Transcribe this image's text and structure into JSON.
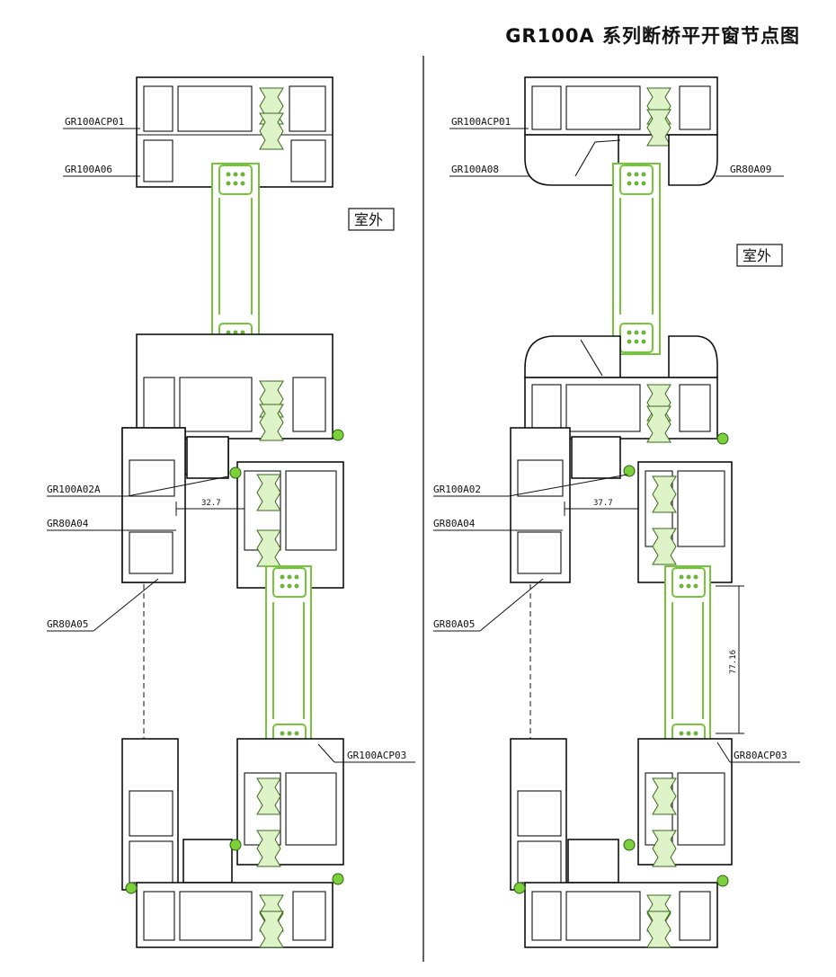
{
  "title": "GR100A 系列断桥平开窗节点图",
  "outside_label": "室外",
  "left": {
    "labels": [
      "GR100ACP01",
      "GR100A06",
      "GR100A02A",
      "GR80A04",
      "GR80A05",
      "GR100ACP03"
    ],
    "dimension": "32.7"
  },
  "right": {
    "labels": [
      "GR100ACP01",
      "GR100A08",
      "GR80A09",
      "GR100A02",
      "GR80A04",
      "GR80A05",
      "GR80ACP03"
    ],
    "dimension_h": "37.7",
    "dimension_v": "77.16"
  },
  "colors": {
    "insulation_green": "#74c53a",
    "line": "#111111"
  }
}
